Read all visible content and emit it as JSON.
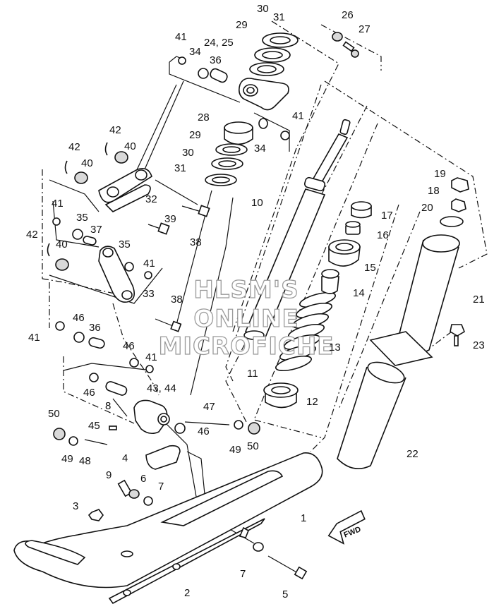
{
  "callouts": {
    "c1": "1",
    "c2": "2",
    "c3": "3",
    "c4": "4",
    "c5": "5",
    "c6": "6",
    "c7a": "7",
    "c7b": "7",
    "c8": "8",
    "c9": "9",
    "c10": "10",
    "c11": "11",
    "c12": "12",
    "c13": "13",
    "c14": "14",
    "c15": "15",
    "c16": "16",
    "c17": "17",
    "c18": "18",
    "c19": "19",
    "c20": "20",
    "c21": "21",
    "c22": "22",
    "c23": "23",
    "c2425": "24, 25",
    "c26": "26",
    "c27": "27",
    "c28": "28",
    "c29a": "29",
    "c29b": "29",
    "c30a": "30",
    "c30b": "30",
    "c31a": "31",
    "c31b": "31",
    "c32": "32",
    "c33": "33",
    "c34a": "34",
    "c34b": "34",
    "c35a": "35",
    "c35b": "35",
    "c36a": "36",
    "c36b": "36",
    "c37": "37",
    "c38a": "38",
    "c38b": "38",
    "c39": "39",
    "c40a": "40",
    "c40b": "40",
    "c40c": "40",
    "c41a": "41",
    "c41b": "41",
    "c41c": "41",
    "c41d": "41",
    "c41e": "41",
    "c41f": "41",
    "c42a": "42",
    "c42b": "42",
    "c42c": "42",
    "c4344": "43, 44",
    "c45": "45",
    "c46a": "46",
    "c46b": "46",
    "c46c": "46",
    "c46d": "46",
    "c47": "47",
    "c48": "48",
    "c49a": "49",
    "c49b": "49",
    "c50a": "50",
    "c50b": "50"
  },
  "watermark": {
    "line1": "HLSM'S",
    "line2": "ONLINE",
    "line3": "MICROFICHE"
  },
  "fwd_label": "FWD"
}
